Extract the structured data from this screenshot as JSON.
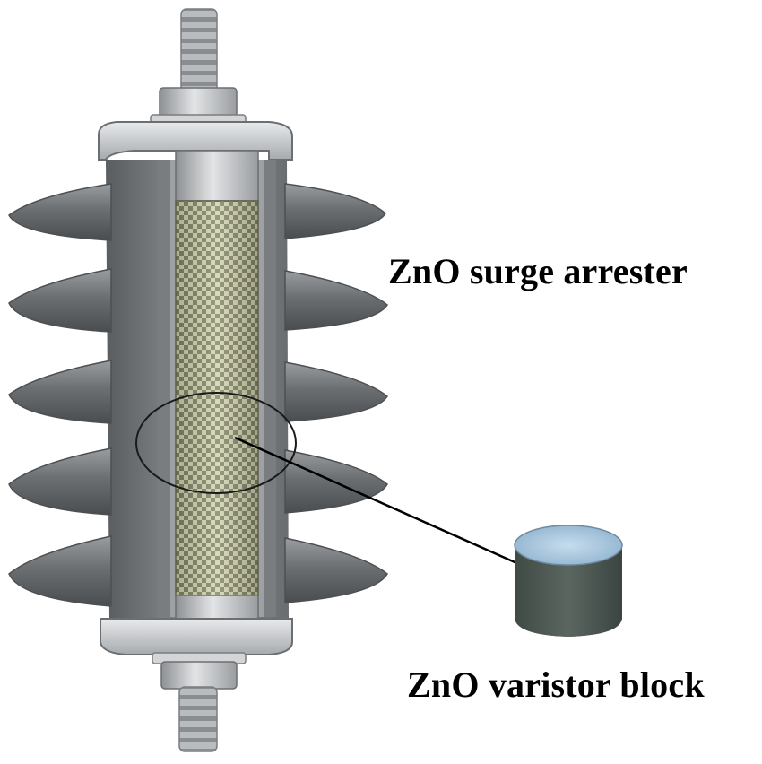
{
  "figure": {
    "labels": {
      "arrester": "ZnO surge arrester",
      "block": "ZnO varistor block"
    },
    "colors": {
      "background": "#ffffff",
      "housing_dark": "#5f6265",
      "housing_mid": "#8a8d90",
      "housing_light": "#c9cbcd",
      "metal": "#b5b8ba",
      "varistor_column": "#b9b58e",
      "varistor_block_side": "#4f5a55",
      "varistor_block_top": "#a9c8de",
      "callout_line": "#000000"
    },
    "icons": {
      "arrester": "surge-arrester-cutaway",
      "block": "varistor-disc",
      "zoom": "zoom-ellipse"
    }
  }
}
